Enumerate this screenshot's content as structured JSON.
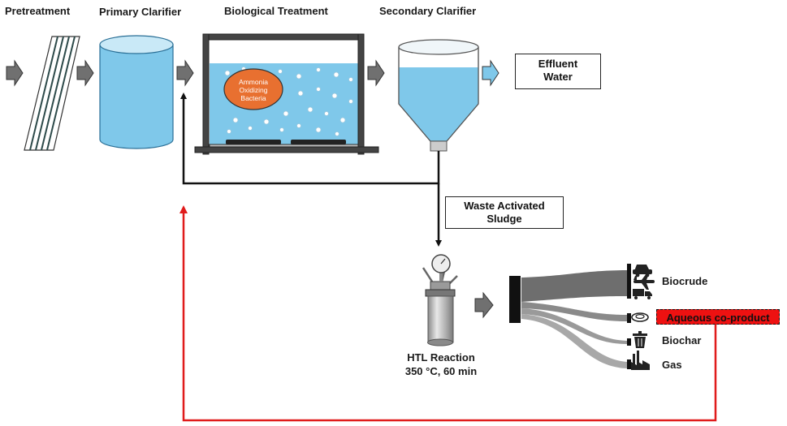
{
  "stages": {
    "pretreatment": "Pretreatment",
    "primary_clarifier": "Primary Clarifier",
    "biological_treatment": "Biological Treatment",
    "secondary_clarifier": "Secondary Clarifier"
  },
  "bacteria": {
    "line1": "Ammonia",
    "line2": "Oxidizing",
    "line3": "Bacteria"
  },
  "effluent": {
    "line1": "Effluent",
    "line2": "Water"
  },
  "waste_sludge": {
    "line1": "Waste Activated",
    "line2": "Sludge"
  },
  "htl": {
    "title": "HTL Reaction",
    "conditions": "350 °C, 60 min"
  },
  "products": {
    "biocrude": "Biocrude",
    "aqueous": "Aqueous co-product",
    "biochar": "Biochar",
    "gas": "Gas"
  },
  "colors": {
    "water": "#7fc8ea",
    "recycle_arrow": "#e01b1b",
    "bacteria": "#e87030",
    "process_arrow": "#707070",
    "sankey": "#6e6e6e"
  },
  "icons": {
    "biocrude": [
      "car-icon",
      "airplane-icon",
      "truck-icon"
    ],
    "aqueous": "dish-icon",
    "biochar": "trash-bin-icon",
    "gas": "factory-icon"
  }
}
